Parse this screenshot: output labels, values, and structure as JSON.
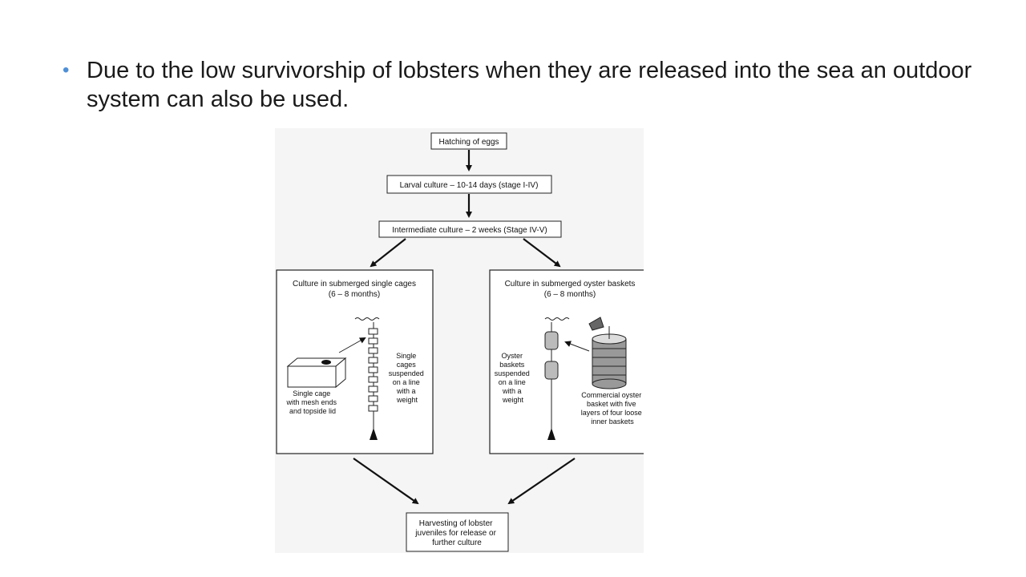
{
  "slide": {
    "bullet": "Due to the low survivorship of lobsters when they are released into the sea an outdoor system can also be used."
  },
  "diagram": {
    "step1": "Hatching of eggs",
    "step2": "Larval culture – 10-14 days  (stage I-IV)",
    "step3": "Intermediate culture – 2 weeks (Stage IV-V)",
    "left_panel": {
      "title1": "Culture in submerged single cages",
      "title2": "(6 – 8 months)",
      "cage_label": [
        "Single cage",
        "with mesh ends",
        "and topside lid"
      ],
      "line_label": [
        "Single",
        "cages",
        "suspended",
        "on a line",
        "with a",
        "weight"
      ]
    },
    "right_panel": {
      "title1": "Culture in submerged oyster baskets",
      "title2": "(6 – 8 months)",
      "line_label": [
        "Oyster",
        "baskets",
        "suspended",
        "on a line",
        "with a",
        "weight"
      ],
      "basket_label": [
        "Commercial oyster",
        "basket with five",
        "layers of four loose",
        "inner baskets"
      ]
    },
    "final": [
      "Harvesting of lobster",
      "juveniles for release or",
      "further culture"
    ]
  }
}
